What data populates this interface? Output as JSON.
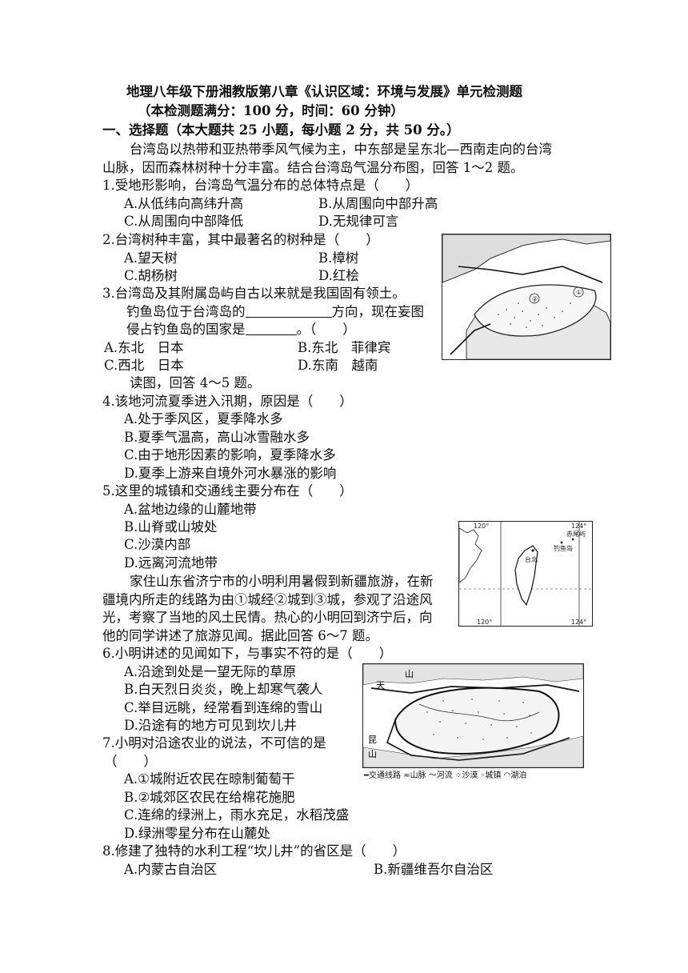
{
  "title": "地理八年级下册湘教版第八章《认识区域：环境与发展》单元检测题",
  "subtitle": "（本检测题满分：100 分，时间：60 分钟）",
  "section1": "一、选择题（本大题共 25 小题，每小题 2 分，共 50 分。）",
  "intro1": [
    "台湾岛以热带和亚热带季风气候为主，中东部是呈东北—西南走向的台湾",
    "山脉，因而森林树种十分丰富。结合台湾岛气温分布图，回答 1～2 题。"
  ],
  "q1": {
    "stem": "1.受地形影响，台湾岛气温分布的总体特点是（　　）",
    "a": "A.从低纬向高纬升高",
    "b": "B.从周围向中部升高",
    "c": "C.从周围向中部降低",
    "d": "D.无规律可言"
  },
  "q2": {
    "stem": "2.台湾树种丰富，其中最著名的树种是（　　）",
    "a": "A.望天树",
    "b": "B.樟树",
    "c": "C.胡杨树",
    "d": "D.红桧"
  },
  "q3": {
    "stem": "3.台湾岛及其附属岛屿自古以来就是我国固有领土。",
    "l2a": "钓鱼岛位于台湾岛的",
    "l2b": "方向，现在妄图",
    "l3a": "侵占钓鱼岛的国家是",
    "l3b": "。（　　）",
    "a": "A.东北　日本",
    "b": "B.东北　菲律宾",
    "c": "C.西北　日本",
    "d": "D.东南　越南"
  },
  "intro2": "读图，回答 4～5 题。",
  "q4": {
    "stem": "4.该地河流夏季进入汛期，原因是（　　）",
    "a": "A.处于季风区，夏季降水多",
    "b": "B.夏季气温高，高山冰雪融水多",
    "c": "C.由于地形因素的影响，夏季降水多",
    "d": "D.夏季上游来自境外河水暴涨的影响"
  },
  "q5": {
    "stem": "5.这里的城镇和交通线主要分布在（　　）",
    "a": "A.盆地边缘的山麓地带",
    "b": "B.山脊或山坡处",
    "c": "C.沙漠内部",
    "d": "D.远离河流地带"
  },
  "intro3": [
    "家住山东省济宁市的小明利用暑假到新疆旅游，在新",
    "疆境内所走的线路为由①城经②城到③城，参观了沿途风",
    "光，考察了当地的风土民情。热心的小明回到济宁后，向",
    "他的同学讲述了旅游见闻。据此回答 6～7 题。"
  ],
  "q6": {
    "stem": "6.小明讲述的见闻如下，与事实不符的是（　　）",
    "a": "A.沿途到处是一望无际的草原",
    "b": "B.白天烈日炎炎，晚上却寒气袭人",
    "c": "C.举目远眺，经常看到连绵的雪山",
    "d": "D.沿途有的地方可见到坎儿井"
  },
  "q7": {
    "stem1": "7.小明对沿途农业的说法，不可信的是",
    "stem2": "（　　）",
    "a": "A.①城附近农民在晾制葡萄干",
    "b": "B.②城郊区农民在给棉花施肥",
    "c": "C.连绵的绿洲上，雨水充足，水稻茂盛",
    "d": "D.绿洲零星分布在山麓处"
  },
  "q8": {
    "stem": "8.修建了独特的水利工程“坎儿井”的省区是（　　）",
    "a": "A.内蒙古自治区",
    "b": "B.新疆维吾尔自治区"
  },
  "map_taiwan": {
    "lon1": "120°",
    "lon2": "124°",
    "label_chiwei": "赤尾屿",
    "label_diaoyu": "钓鱼岛",
    "label_taibei": "台北"
  },
  "map_basin": {
    "label_tian": "天",
    "label_shan": "山",
    "label_kun": "昆",
    "label_shan2": "山"
  },
  "legend": "━交通线路 ≈山脉 〜河流 ⁘沙漠 ◦城镇 ◠湖泊",
  "map1_markers": {
    "m1": "①",
    "m2": "②"
  }
}
